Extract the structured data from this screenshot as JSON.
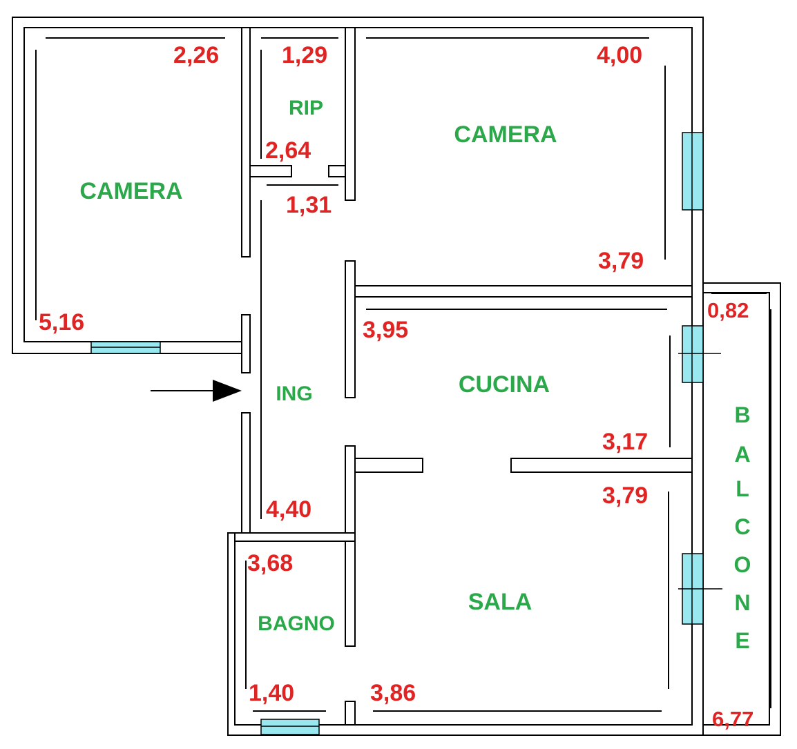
{
  "colors": {
    "room_label": "#2ba84a",
    "dimension": "#e02424",
    "window": "#99e8f0",
    "wall": "#000000"
  },
  "rooms": {
    "camera_left": "CAMERA",
    "rip": "RIP",
    "camera_right": "CAMERA",
    "ing": "ING",
    "cucina": "CUCINA",
    "sala": "SALA",
    "bagno": "BAGNO",
    "balcone_letters": [
      "B",
      "A",
      "L",
      "C",
      "O",
      "N",
      "E"
    ]
  },
  "dimensions": {
    "camera_left_top": "2,26",
    "camera_left_bottom": "5,16",
    "rip_top": "1,29",
    "rip_bottom": "2,64",
    "corridor_top": "1,31",
    "camera_right_top": "4,00",
    "camera_right_bottom": "3,79",
    "cucina_top": "3,95",
    "cucina_bottom": "3,17",
    "balcone_top": "0,82",
    "balcone_bottom": "6,77",
    "ing_bottom": "4,40",
    "sala_top": "3,79",
    "sala_bottom": "3,86",
    "bagno_top": "3,68",
    "bagno_bottom": "1,40"
  }
}
